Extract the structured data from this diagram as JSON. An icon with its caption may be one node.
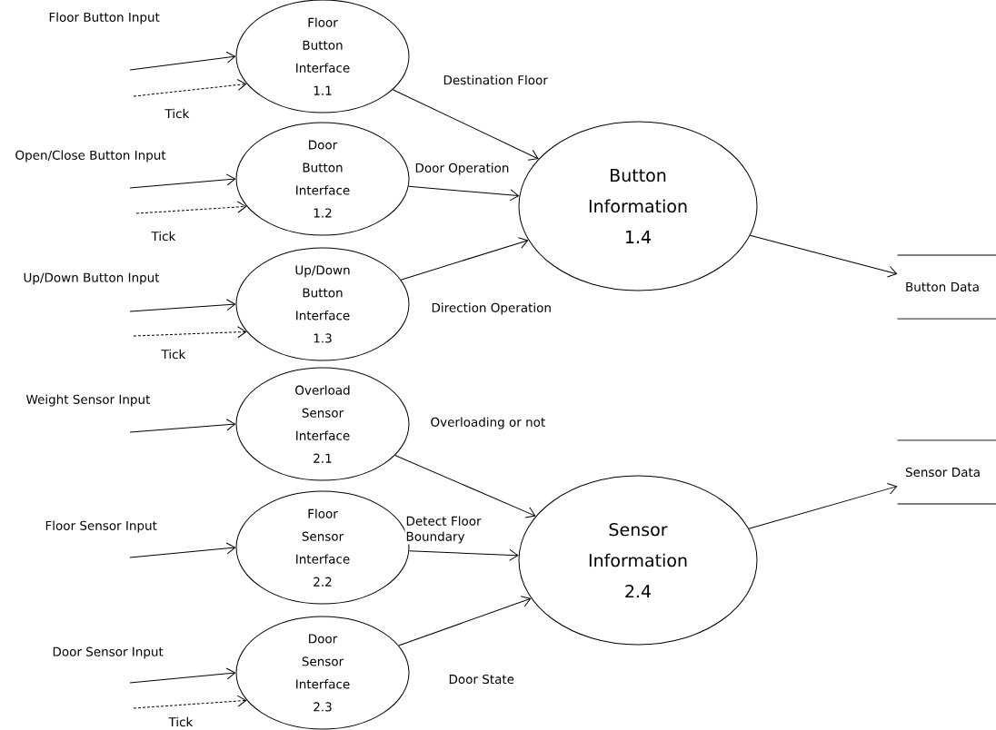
{
  "diagram": {
    "nodes": [
      {
        "text": [
          "Floor Button Interface",
          "1.1"
        ]
      },
      {
        "text": [
          "Door Button Interface",
          "1.2"
        ]
      },
      {
        "text": [
          "Up/Down Button Interface",
          "1.3"
        ]
      },
      {
        "text": [
          "Overload Sensor Interface",
          "2.1"
        ]
      },
      {
        "text": [
          "Floor Sensor Interface",
          "2.2"
        ]
      },
      {
        "text": [
          "Door Sensor Interface",
          "2.3"
        ]
      },
      {
        "text": [
          "Button Information",
          "1.4"
        ]
      },
      {
        "text": [
          "Sensor Information",
          "2.4"
        ]
      },
      {
        "text": [
          "Button Data"
        ]
      },
      {
        "text": [
          "Sensor Data"
        ]
      }
    ],
    "edges": [
      {
        "from": null,
        "to": 0,
        "arrow": "to",
        "label": "Floor Button Input"
      },
      {
        "from": null,
        "to": 0,
        "arrow": "to",
        "label": "Tick",
        "style": "dashed"
      },
      {
        "from": null,
        "to": 1,
        "arrow": "to",
        "label": "Open/Close Button Input"
      },
      {
        "from": null,
        "to": 1,
        "arrow": "to",
        "label": "Tick",
        "style": "dashed"
      },
      {
        "from": null,
        "to": 2,
        "arrow": "to",
        "label": "Up/Down Button Input"
      },
      {
        "from": null,
        "to": 2,
        "arrow": "to",
        "label": "Tick",
        "style": "dashed"
      },
      {
        "from": null,
        "to": 3,
        "arrow": "to",
        "label": "Weight Sensor Input"
      },
      {
        "from": null,
        "to": 4,
        "arrow": "to",
        "label": "Floor Sensor Input"
      },
      {
        "from": null,
        "to": 5,
        "arrow": "to",
        "label": "Door Sensor Input"
      },
      {
        "from": null,
        "to": 5,
        "arrow": "to",
        "label": "Tick",
        "style": "dashed"
      },
      {
        "from": 0,
        "to": 6,
        "arrow": "to",
        "label": "Destination Floor"
      },
      {
        "from": 1,
        "to": 6,
        "arrow": "to",
        "label": "Door Operation"
      },
      {
        "from": 2,
        "to": 6,
        "arrow": "to",
        "label": "Direction Operation"
      },
      {
        "from": 3,
        "to": 7,
        "arrow": "to",
        "label": "Overloading or not"
      },
      {
        "from": 4,
        "to": 7,
        "arrow": "to",
        "label": "Detect Floor Boundary"
      },
      {
        "from": 5,
        "to": 7,
        "arrow": "to",
        "label": "Door State"
      },
      {
        "from": 6,
        "to": 8,
        "arrow": "to"
      },
      {
        "from": 7,
        "to": 9,
        "arrow": "to"
      }
    ]
  }
}
